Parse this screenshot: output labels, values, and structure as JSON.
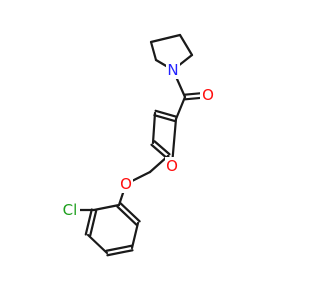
{
  "structure": {
    "atoms": [
      {
        "id": "n1",
        "label": "N",
        "color": "#2323ff"
      },
      {
        "id": "o_carbonyl",
        "label": "O",
        "color": "#ff0d0d"
      },
      {
        "id": "o_furan",
        "label": "O",
        "color": "#ff0d0d"
      },
      {
        "id": "o_ether",
        "label": "O",
        "color": "#ff0d0d"
      },
      {
        "id": "cl",
        "label": "Cl",
        "color": "#1fa01f"
      }
    ],
    "bond_color": "#1a1a1a"
  }
}
